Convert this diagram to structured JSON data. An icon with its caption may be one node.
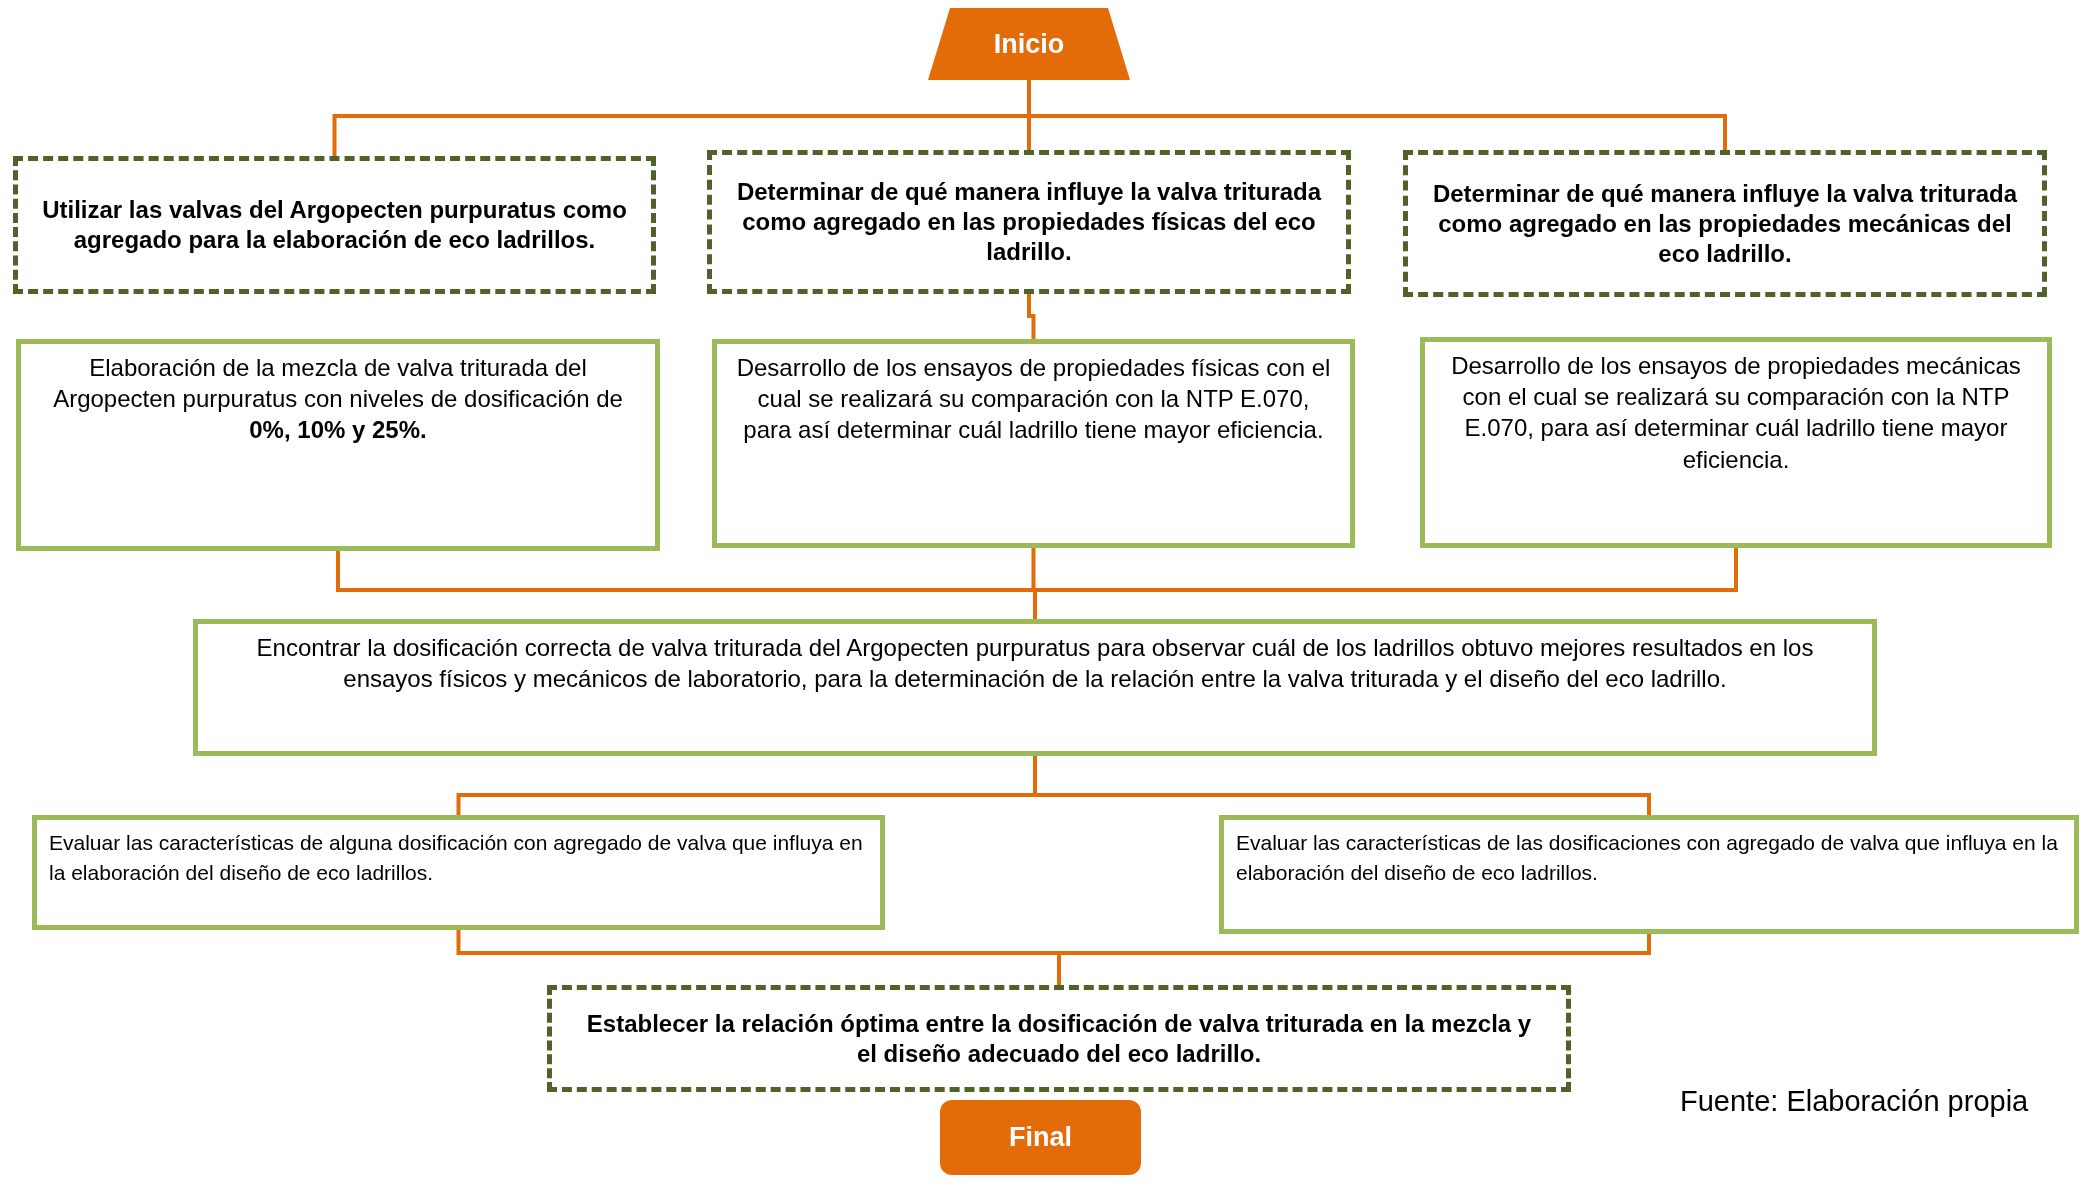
{
  "diagram": {
    "nodes": [
      {
        "text": [
          "Inicio"
        ]
      },
      {
        "text": [
          "Utilizar las valvas del Argopecten purpuratus como agregado para la elaboración de eco ladrillos."
        ]
      },
      {
        "text": [
          "Determinar de qué manera influye la valva triturada como agregado en las propiedades físicas del eco ladrillo."
        ]
      },
      {
        "text": [
          "Determinar de qué manera influye la valva triturada como agregado en las propiedades mecánicas del eco ladrillo."
        ]
      },
      {
        "text": [
          "Elaboración de la mezcla de valva triturada del Argopecten purpuratus con niveles de dosificación de **0%, 10% y 25%.**"
        ]
      },
      {
        "text": [
          "Desarrollo de los ensayos de propiedades físicas con el cual se realizará su comparación con la NTP E.070, para así determinar cuál ladrillo tiene mayor eficiencia."
        ]
      },
      {
        "text": [
          "Desarrollo de los ensayos de propiedades mecánicas con el cual se realizará su comparación con la NTP E.070, para así determinar cuál ladrillo tiene mayor eficiencia."
        ]
      },
      {
        "text": [
          "Encontrar la dosificación correcta de valva triturada del Argopecten purpuratus para observar cuál de los ladrillos obtuvo mejores resultados en los ensayos físicos y mecánicos de laboratorio, para la determinación de la relación entre la valva triturada y el diseño del eco ladrillo."
        ]
      },
      {
        "text": [
          "Evaluar las características de alguna dosificación con agregado de valva que influya en la elaboración del diseño de eco ladrillos."
        ]
      },
      {
        "text": [
          "Evaluar las características de las dosificaciones con agregado de valva que influya en la elaboración del diseño de eco ladrillos."
        ]
      },
      {
        "text": [
          "Establecer la relación óptima entre la dosificación de valva triturada en la mezcla y el diseño adecuado del eco ladrillo."
        ]
      },
      {
        "text": [
          "Final"
        ]
      }
    ],
    "edges": [
      {
        "from": 0,
        "to": 1,
        "arrow": "none"
      },
      {
        "from": 0,
        "to": 2,
        "arrow": "none"
      },
      {
        "from": 0,
        "to": 3,
        "arrow": "none"
      },
      {
        "from": 2,
        "to": 5,
        "arrow": "none"
      },
      {
        "from": 4,
        "to": 7,
        "arrow": "none"
      },
      {
        "from": 5,
        "to": 7,
        "arrow": "none"
      },
      {
        "from": 6,
        "to": 7,
        "arrow": "none"
      },
      {
        "from": 7,
        "to": 8,
        "arrow": "none"
      },
      {
        "from": 7,
        "to": 9,
        "arrow": "none"
      },
      {
        "from": 8,
        "to": 10,
        "arrow": "none"
      },
      {
        "from": 9,
        "to": 10,
        "arrow": "none"
      }
    ],
    "labels": [
      "Fuente: Elaboración propia"
    ]
  }
}
